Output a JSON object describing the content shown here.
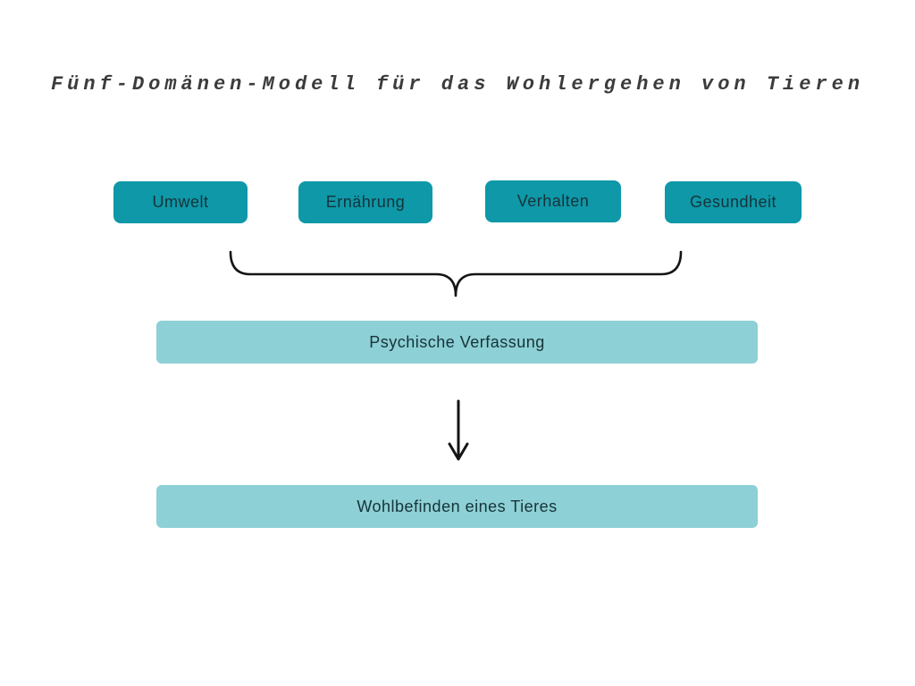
{
  "title": "Fünf-Domänen-Modell für das Wohlergehen von Tieren",
  "domains": [
    {
      "label": "Umwelt"
    },
    {
      "label": "Ernährung"
    },
    {
      "label": "Verhalten"
    },
    {
      "label": "Gesundheit"
    }
  ],
  "mental_state": {
    "label": "Psychische Verfassung"
  },
  "outcome": {
    "label": "Wohlbefinden eines Tieres"
  },
  "icons": {
    "brace": "curly-brace-down",
    "arrow": "arrow-down"
  },
  "colors": {
    "domain_box": "#0e98a8",
    "summary_box": "#8dd0d5",
    "box_text": "#16333a",
    "title_text": "#3c3c3c",
    "connector": "#141414",
    "background": "#ffffff"
  }
}
